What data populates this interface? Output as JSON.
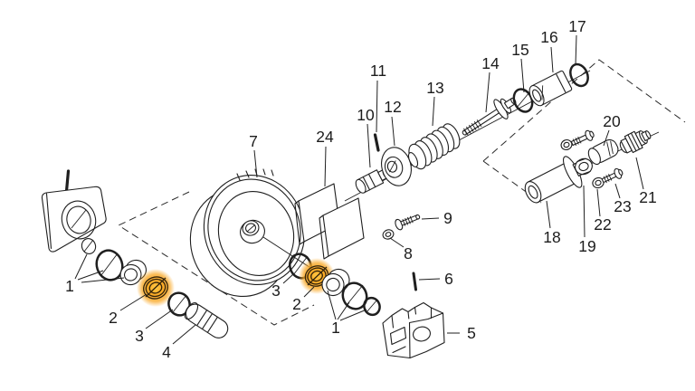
{
  "diagram": {
    "background_color": "#ffffff",
    "line_color": "#1f1f1f",
    "highlight_color": "#F9A825",
    "highlighted_label": "2",
    "highlighted_parts_count": 2,
    "labels": [
      {
        "text": "1"
      },
      {
        "text": "2"
      },
      {
        "text": "3"
      },
      {
        "text": "4"
      },
      {
        "text": "7"
      },
      {
        "text": "24"
      },
      {
        "text": "10"
      },
      {
        "text": "11"
      },
      {
        "text": "12"
      },
      {
        "text": "13"
      },
      {
        "text": "14"
      },
      {
        "text": "15"
      },
      {
        "text": "16"
      },
      {
        "text": "17"
      },
      {
        "text": "3"
      },
      {
        "text": "2"
      },
      {
        "text": "1"
      },
      {
        "text": "5"
      },
      {
        "text": "6"
      },
      {
        "text": "8"
      },
      {
        "text": "9"
      },
      {
        "text": "18"
      },
      {
        "text": "19"
      },
      {
        "text": "20"
      },
      {
        "text": "21"
      },
      {
        "text": "22"
      },
      {
        "text": "23"
      }
    ]
  }
}
